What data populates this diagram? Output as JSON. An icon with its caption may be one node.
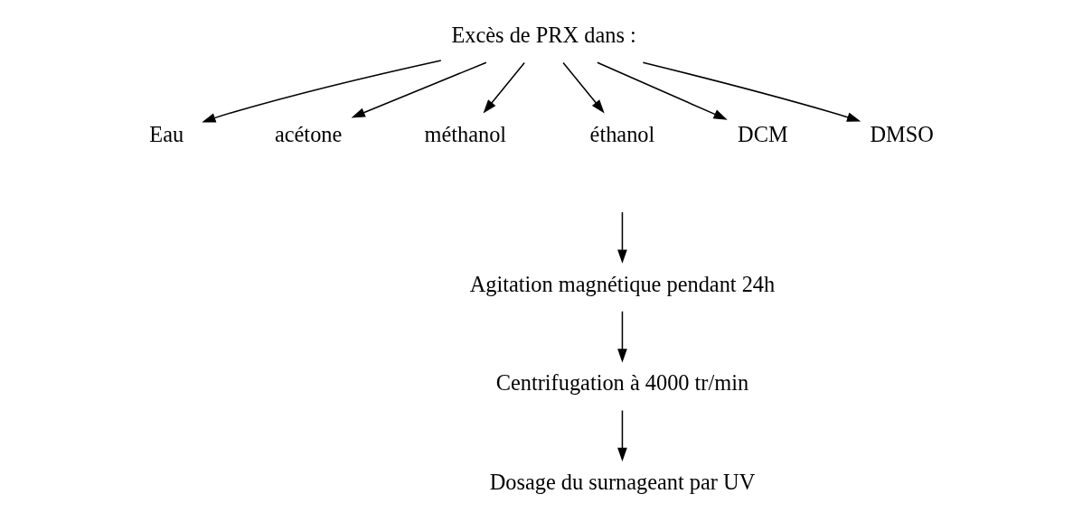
{
  "diagram": {
    "nodes": [
      {
        "text": [
          "Excès de PRX dans :"
        ]
      },
      {
        "text": [
          "Eau"
        ]
      },
      {
        "text": [
          "acétone"
        ]
      },
      {
        "text": [
          "méthanol"
        ]
      },
      {
        "text": [
          "éthanol"
        ]
      },
      {
        "text": [
          "DCM"
        ]
      },
      {
        "text": [
          "DMSO"
        ]
      },
      {
        "text": [
          "Agitation magnétique pendant 24h"
        ]
      },
      {
        "text": [
          "Centrifugation à 4000 tr/min"
        ]
      },
      {
        "text": [
          "Dosage du surnageant par UV"
        ]
      }
    ],
    "edges": [
      {
        "from": 0,
        "to": 1,
        "arrow": "to"
      },
      {
        "from": 0,
        "to": 2,
        "arrow": "to"
      },
      {
        "from": 0,
        "to": 3,
        "arrow": "to"
      },
      {
        "from": 0,
        "to": 4,
        "arrow": "to"
      },
      {
        "from": 0,
        "to": 5,
        "arrow": "to"
      },
      {
        "from": 0,
        "to": 6,
        "arrow": "to"
      },
      {
        "from": null,
        "to": 7,
        "arrow": "to"
      },
      {
        "from": 7,
        "to": 8,
        "arrow": "to"
      },
      {
        "from": 8,
        "to": 9,
        "arrow": "to"
      }
    ]
  }
}
